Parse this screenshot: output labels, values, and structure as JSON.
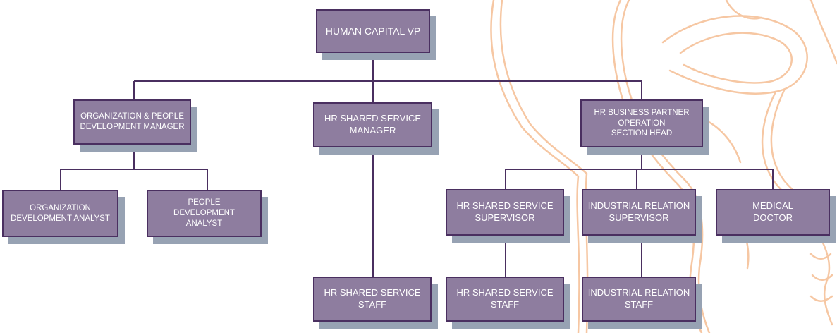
{
  "colors": {
    "box_fill": "#8e7d9f",
    "box_border": "#4a2f60",
    "box_shadow": "#97a2b3",
    "connector": "#4a2f60",
    "background_art": "#f6c7a3"
  },
  "background": {
    "icon": "head-anatomy-line-art"
  },
  "chart": {
    "root": {
      "label": "HUMAN CAPITAL VP"
    },
    "org_people_manager": {
      "label": "ORGANIZATION & PEOPLE\nDEVELOPMENT MANAGER"
    },
    "hr_shared_manager": {
      "label": "HR SHARED SERVICE\nMANAGER"
    },
    "hrbp_section_head": {
      "label": "HR BUSINESS PARTNER\nOPERATION\nSECTION HEAD"
    },
    "org_dev_analyst": {
      "label": "ORGANIZATION\nDEVELOPMENT ANALYST"
    },
    "people_dev_analyst": {
      "label": "PEOPLE\nDEVELOPMENT\nANALYST"
    },
    "hr_shared_staff_left": {
      "label": "HR SHARED SERVICE\nSTAFF"
    },
    "hr_shared_supervisor": {
      "label": "HR SHARED SERVICE\nSUPERVISOR"
    },
    "industrial_relation_supervisor": {
      "label": "INDUSTRIAL RELATION\nSUPERVISOR"
    },
    "medical_doctor": {
      "label": "MEDICAL\nDOCTOR"
    },
    "hr_shared_staff_right": {
      "label": "HR SHARED SERVICE\nSTAFF"
    },
    "industrial_relation_staff": {
      "label": "INDUSTRIAL RELATION\nSTAFF"
    }
  }
}
